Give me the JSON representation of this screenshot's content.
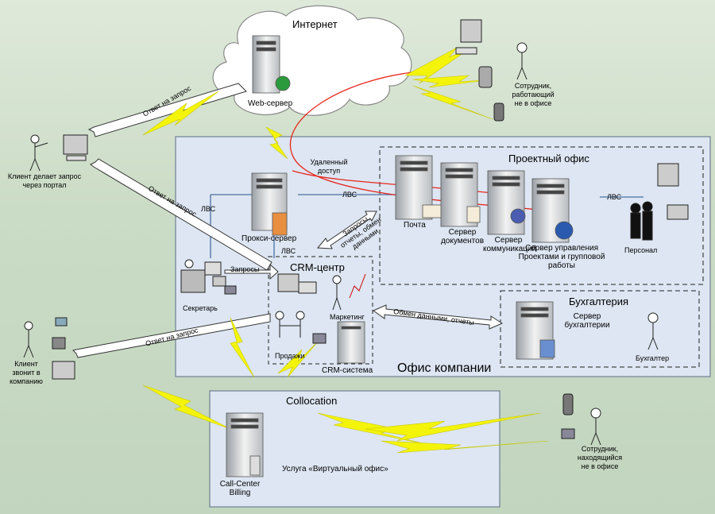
{
  "regions": {
    "internet": "Интернет",
    "office": "Офис компании",
    "project_office": "Проектный офис",
    "accounting": "Бухгалтерия",
    "crm_center": "CRM-центр",
    "collocation": "Collocation"
  },
  "nodes": {
    "web_server": "Web-сервер",
    "proxy_server": "Прокси-сервер",
    "mail": "Почта",
    "doc_server": "Сервер документов",
    "comm_server": "Сервер коммуникаций",
    "pm_server": "Сервер управления Проектами и групповой работы",
    "staff": "Персонал",
    "accounting_server": "Сервер бухгалтерии",
    "accountant": "Бухгалтер",
    "secretary": "Секретарь",
    "marketing": "Маркетинг",
    "sales": "Продажи",
    "crm_system": "CRM-система",
    "callcenter": "Call-Center Billing",
    "virtual_office": "Услуга «Виртуальный офис»",
    "client_portal": "Клиент делает запрос через портал",
    "client_call": "Клиент звонит в компанию",
    "remote_employee": "Сотрудник, работающий не в офисе",
    "outside_employee": "Сотрудник, находящийся не в офисе"
  },
  "links": {
    "remote_access": "Удаленный доступ",
    "lan1": "ЛВС",
    "lan2": "ЛВС",
    "lan3": "ЛВС",
    "lan4": "ЛВС",
    "requests": "Запросы",
    "reply1": "Ответ на запрос",
    "reply2": "Ответ на запрос",
    "reply3": "Ответ на запрос",
    "data_exchange": "Обмен данными, отчеты",
    "requests_reports": "Запросы, отчеты, обмен данными"
  },
  "colors": {
    "background": "#c7d9c3",
    "office_fill": "#dde6f2",
    "lightning": "#f4f40a",
    "remote_link": "#e8261e",
    "lan_line": "#4a6fa5"
  }
}
